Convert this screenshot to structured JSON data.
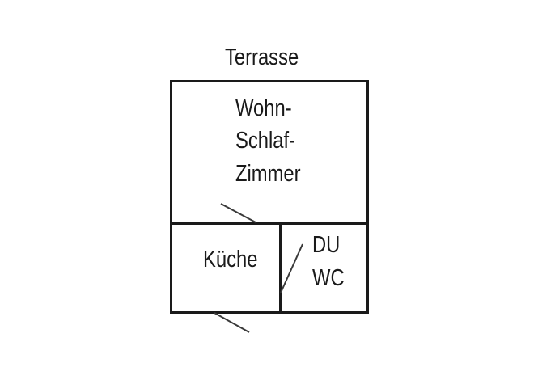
{
  "diagram": {
    "type": "floor-plan",
    "colors": {
      "background": "#ffffff",
      "wall": "#1a1a1a",
      "door": "#3a3a3a",
      "text": "#1a1a1a"
    },
    "labels": {
      "terrace": "Terrasse",
      "living_line1": "Wohn-",
      "living_line2": "Schlaf-",
      "living_line3": "Zimmer",
      "kitchen": "Küche",
      "bath_line1": "DU",
      "bath_line2": "WC"
    },
    "rooms": [
      {
        "id": "living-sleeping-room",
        "name": "Wohn-Schlaf-Zimmer"
      },
      {
        "id": "kitchen",
        "name": "Küche"
      },
      {
        "id": "shower-wc",
        "name": "DU WC"
      }
    ],
    "outside": [
      {
        "id": "terrace",
        "name": "Terrasse",
        "position": "top"
      }
    ]
  }
}
